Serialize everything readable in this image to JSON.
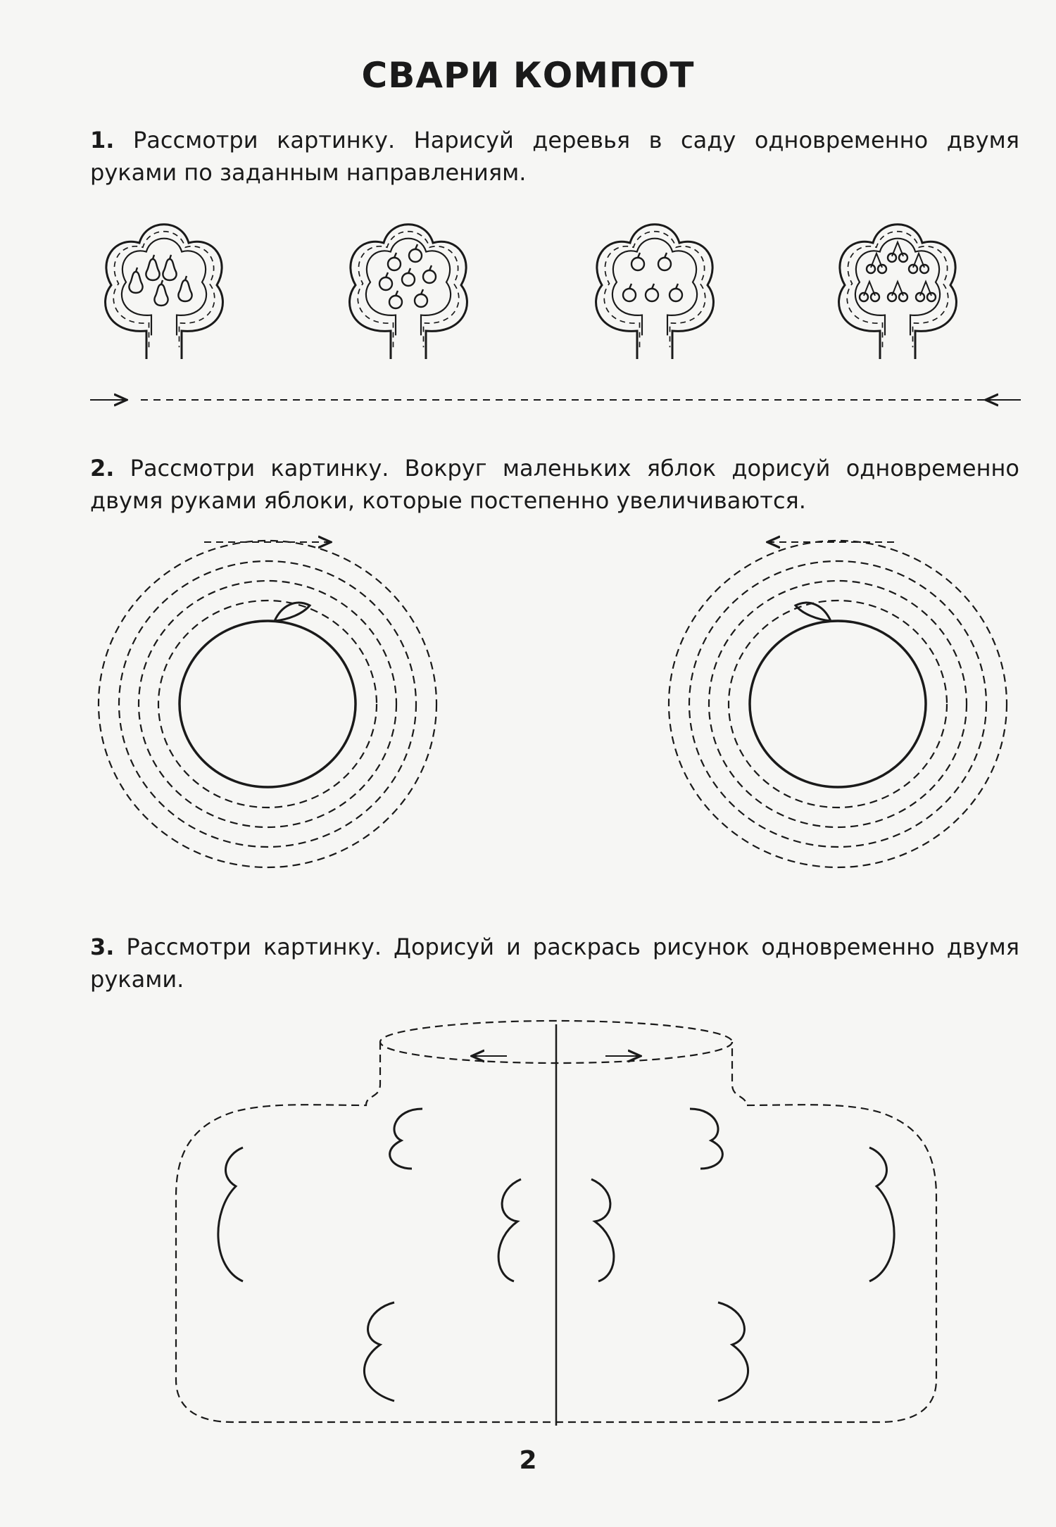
{
  "title": "СВАРИ КОМПОТ",
  "tasks": [
    {
      "number": "1.",
      "text": "Рассмотри картинку. Нарисуй деревья в саду одновременно двумя руками по заданным направлениям."
    },
    {
      "number": "2.",
      "text": "Рассмотри картинку. Вокруг маленьких яблок дорисуй одновременно двумя руками яблоки, которые постепенно увеличиваются."
    },
    {
      "number": "3.",
      "text": "Рассмотри картинку. Дорисуй и раскрась рисунок одновременно двумя руками."
    }
  ],
  "page_number": "2",
  "colors": {
    "ink": "#1a1a1a",
    "paper": "#f6f6f4"
  },
  "icons": [
    "pear-icon",
    "apple-icon",
    "cherry-icon",
    "arrow-icon"
  ]
}
